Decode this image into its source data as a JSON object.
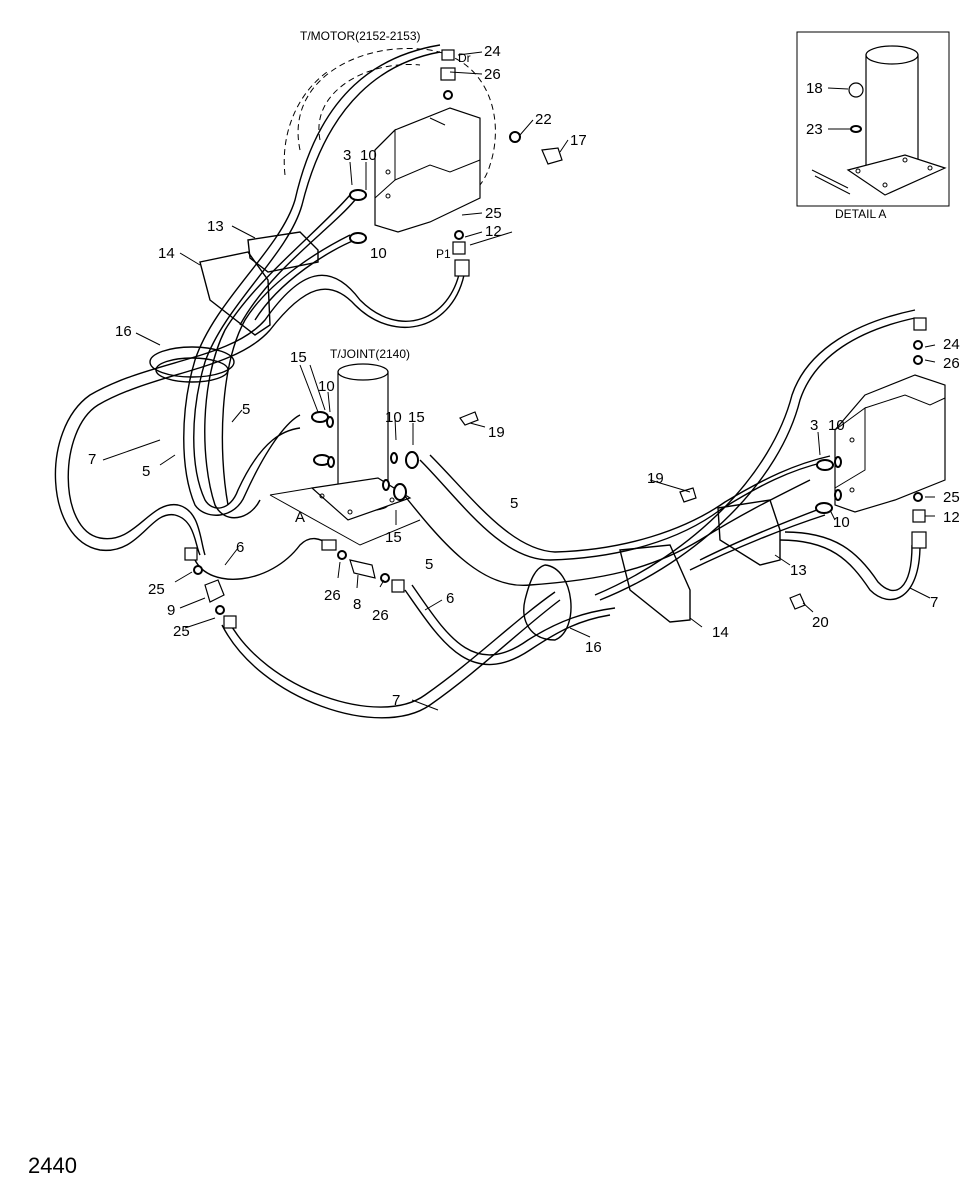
{
  "labels": {
    "tmotor": "T/MOTOR(2152-2153)",
    "tjoint": "T/JOINT(2140)",
    "detail_title": "DETAIL A",
    "detail_ref": "A",
    "port_dr": "Dr",
    "port_p1": "P1",
    "page_number": "2440"
  },
  "callouts": {
    "c24a": "24",
    "c26a": "26",
    "c22": "22",
    "c17": "17",
    "c3a": "3",
    "c10a": "10",
    "c10b": "10",
    "c25a": "25",
    "c12a": "12",
    "c13a": "13",
    "c14a": "14",
    "c16a": "16",
    "c7a": "7",
    "c5a": "5",
    "c5b": "5",
    "c15a": "15",
    "c10c": "10",
    "c10d": "10",
    "c15b": "15",
    "c19a": "19",
    "c15c": "15",
    "c6a": "6",
    "c25b": "25",
    "c9": "9",
    "c25c": "25",
    "c26b": "26",
    "c8": "8",
    "c26c": "26",
    "c6b": "6",
    "c5c": "5",
    "c5d": "5",
    "c7b": "7",
    "c16b": "16",
    "c14b": "14",
    "c13b": "13",
    "c20": "20",
    "c7c": "7",
    "c19b": "19",
    "c3b": "3",
    "c10e": "10",
    "c10f": "10",
    "c24b": "24",
    "c26d": "26",
    "c25d": "25",
    "c12b": "12",
    "c18": "18",
    "c23": "23"
  }
}
